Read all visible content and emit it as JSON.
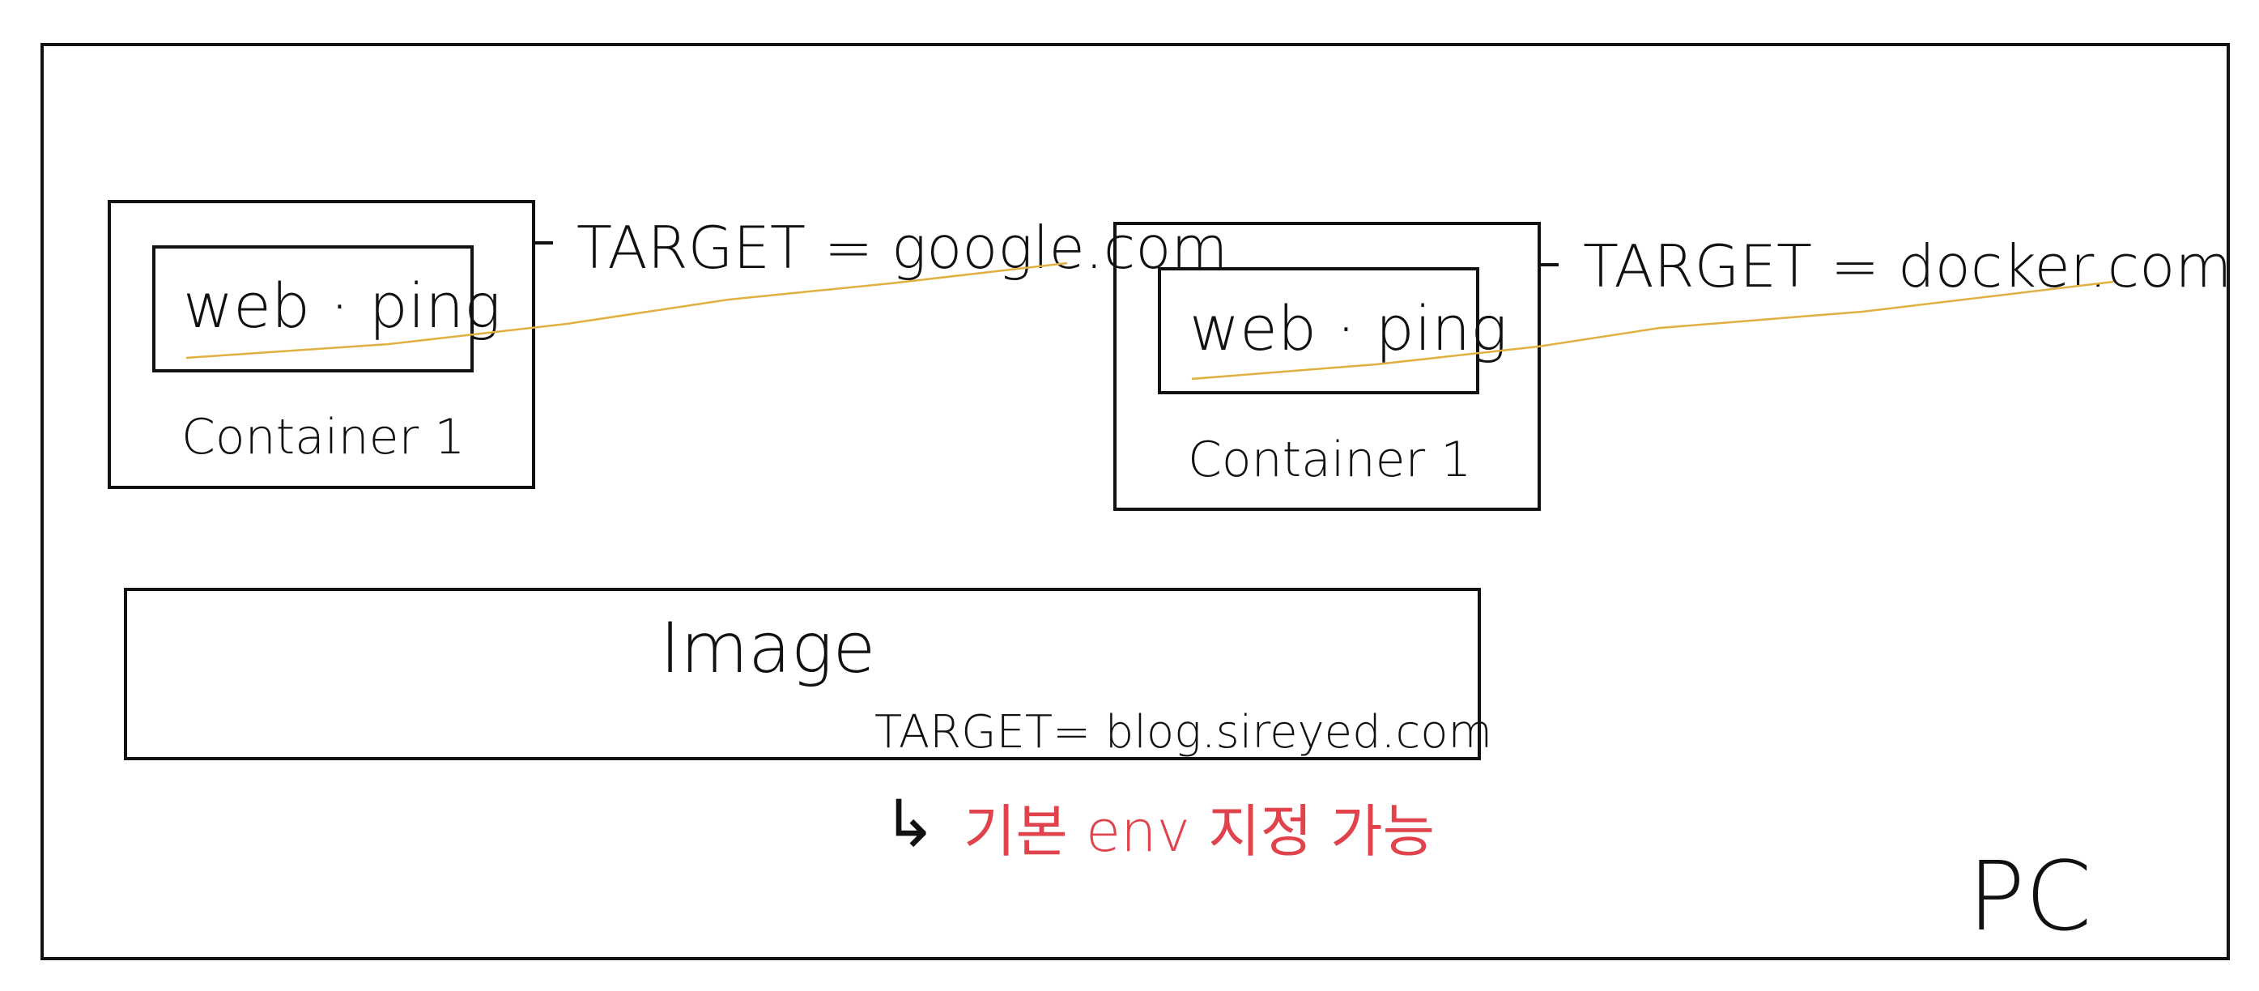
{
  "diagram": {
    "frame_label": "PC",
    "containers": [
      {
        "app_name": "web · ping",
        "container_label": "Container 1",
        "env_label": "TARGET = google.com"
      },
      {
        "app_name": "web · ping",
        "container_label": "Container 1",
        "env_label": "TARGET = docker.com"
      }
    ],
    "image": {
      "title": "Image",
      "env_default": "TARGET= blog.sireyed.com"
    },
    "note": {
      "arrow": "↳",
      "text": "기본  env  지정  가능"
    },
    "colors": {
      "ink": "#111111",
      "highlight_line": "#e0b040",
      "note_text": "#e0434b"
    }
  }
}
